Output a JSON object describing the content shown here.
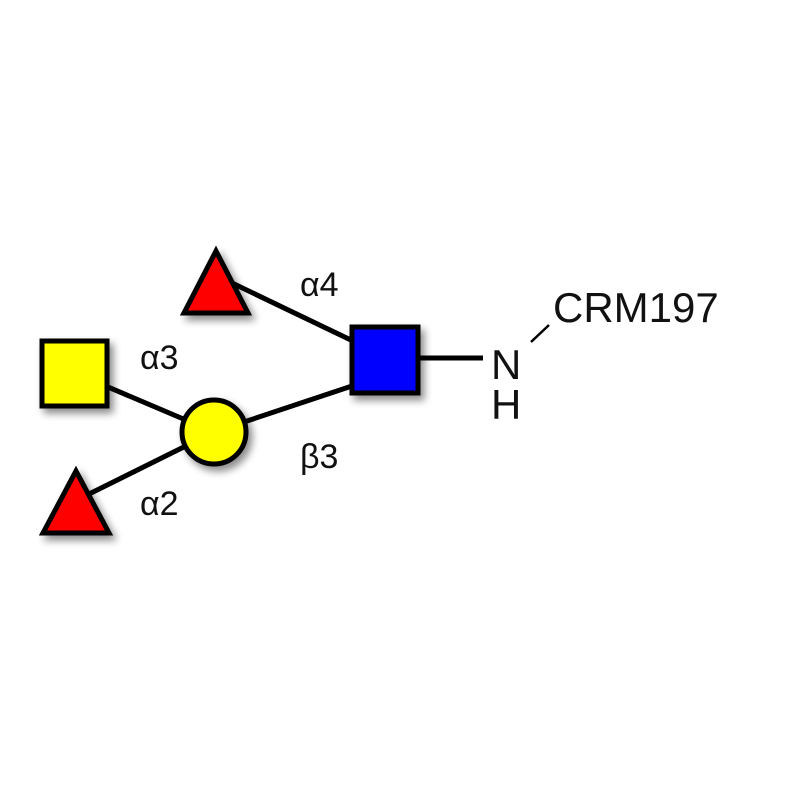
{
  "glycan": {
    "linkages": {
      "top_fucose": "α4",
      "galnac": "α3",
      "galactose": "β3",
      "bottom_fucose": "α2"
    },
    "aglycone": {
      "n_label": "N",
      "h_label": "H",
      "carrier": "CRM197"
    },
    "colors": {
      "fucose": "#ff0000",
      "galnac": "#ffff00",
      "galactose": "#ffff00",
      "glcnac": "#0000ff"
    }
  }
}
